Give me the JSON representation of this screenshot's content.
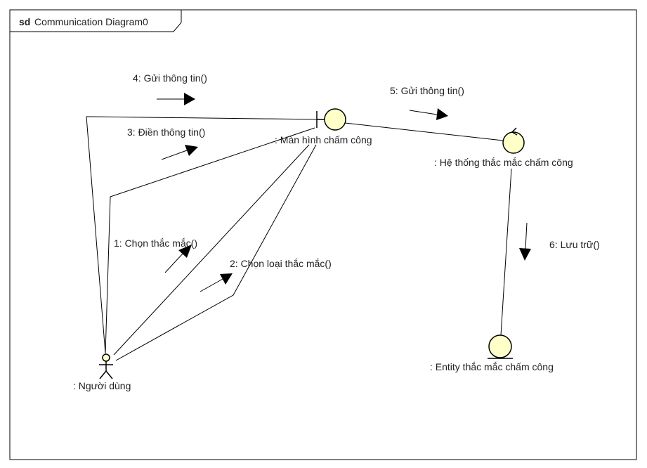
{
  "frame": {
    "keyword": "sd",
    "name": "Communication Diagram0"
  },
  "lifelines": {
    "actor": ": Người dùng",
    "boundary": ": Màn hình chấm công",
    "control": ": Hệ thống thắc mắc chấm công",
    "entity": ": Entity thắc mắc chấm công"
  },
  "messages": [
    {
      "label": "1: Chọn thắc mắc()"
    },
    {
      "label": "2: Chọn loại thắc mắc()"
    },
    {
      "label": "3: Điền thông tin()"
    },
    {
      "label": "4: Gửi thông tin()"
    },
    {
      "label": "5: Gửi thông tin()"
    },
    {
      "label": "6: Lưu trữ()"
    }
  ],
  "colors": {
    "element_fill": "#ffffc8",
    "line": "#000000",
    "text": "#222222"
  }
}
